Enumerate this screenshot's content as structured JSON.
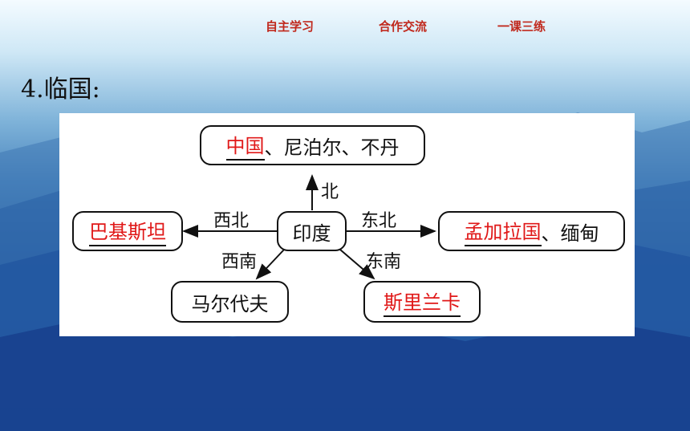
{
  "nav": {
    "items": [
      "自主学习",
      "合作交流",
      "一课三练"
    ]
  },
  "heading": "4.临国:",
  "diagram": {
    "center": "印度",
    "north": {
      "highlight": "中国",
      "rest": "、尼泊尔、不丹",
      "label": "北"
    },
    "northwest": {
      "highlight": "巴基斯坦",
      "label": "西北"
    },
    "northeast": {
      "highlight": "孟加拉国",
      "rest": "、缅甸",
      "label": "东北"
    },
    "southwest": {
      "text": "马尔代夫",
      "label": "西南"
    },
    "southeast": {
      "highlight": "斯里兰卡",
      "label": "东南"
    }
  }
}
